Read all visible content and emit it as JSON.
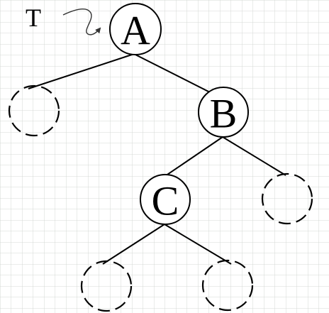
{
  "diagram": {
    "pointer": {
      "label": "T"
    },
    "nodes": {
      "a": {
        "label": "A"
      },
      "b": {
        "label": "B"
      },
      "c": {
        "label": "C"
      }
    },
    "colors": {
      "background": "#ffffff",
      "grid": "#d4d8d4",
      "stroke": "#000000"
    }
  }
}
